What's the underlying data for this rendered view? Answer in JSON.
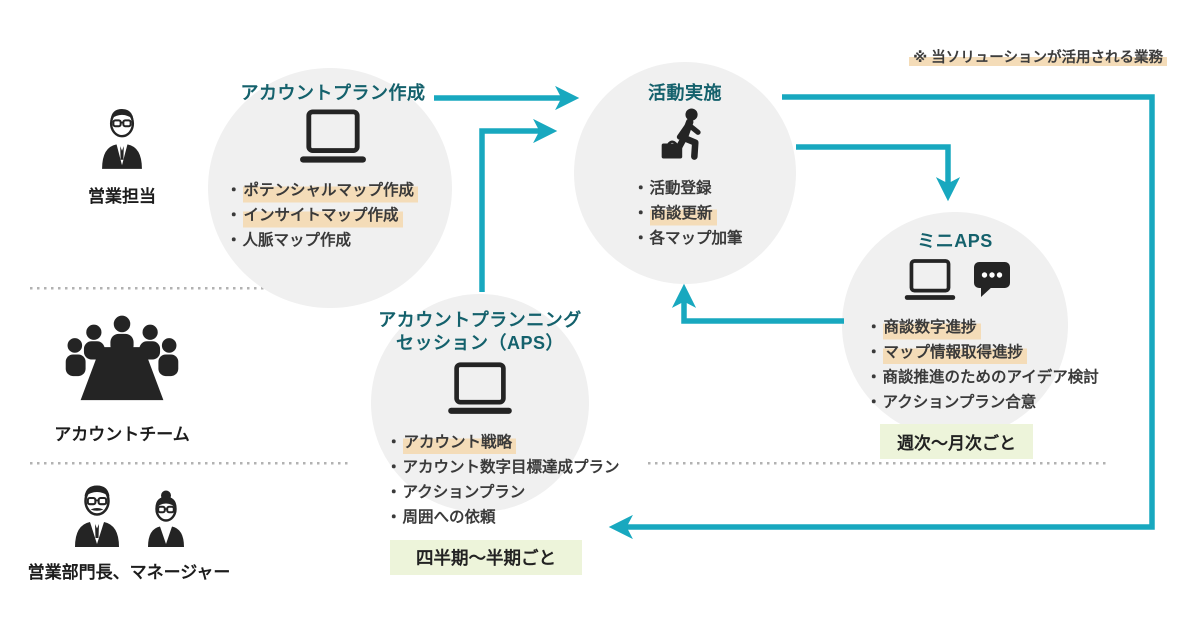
{
  "note": {
    "text": "※ 当ソリューションが活用される業務"
  },
  "ui": {
    "bullet": "・"
  },
  "actors": [
    {
      "id": "sales-rep",
      "label": "営業担当"
    },
    {
      "id": "account-team",
      "label": "アカウントチーム"
    },
    {
      "id": "managers",
      "label": "営業部門長、マネージャー"
    }
  ],
  "nodes": {
    "plan": {
      "title": "アカウントプラン作成",
      "items": [
        {
          "text": "ポテンシャルマップ作成",
          "highlight": true
        },
        {
          "text": "インサイトマップ作成",
          "highlight": true
        },
        {
          "text": "人脈マップ作成",
          "highlight": false
        }
      ]
    },
    "activity": {
      "title": "活動実施",
      "items": [
        {
          "text": "活動登録",
          "highlight": false
        },
        {
          "text": "商談更新",
          "highlight": true
        },
        {
          "text": "各マップ加筆",
          "highlight": false
        }
      ]
    },
    "mini_aps": {
      "title": "ミニAPS",
      "items": [
        {
          "text": "商談数字進捗",
          "highlight": true
        },
        {
          "text": "マップ情報取得進捗",
          "highlight": true
        },
        {
          "text": "商談推進のためのアイデア検討",
          "highlight": false
        },
        {
          "text": "アクションプラン合意",
          "highlight": false
        }
      ],
      "cadence": "週次～月次ごと"
    },
    "aps": {
      "title_line1": "アカウントプランニング",
      "title_line2": "セッション（APS）",
      "items": [
        {
          "text": "アカウント戦略",
          "highlight": true
        },
        {
          "text": "アカウント数字目標達成プラン",
          "highlight": false
        },
        {
          "text": "アクションプラン",
          "highlight": false
        },
        {
          "text": "周囲への依頼",
          "highlight": false
        }
      ],
      "cadence": "四半期～半期ごと"
    }
  },
  "colors": {
    "arrow": "#18A8BF",
    "title": "#14616C",
    "highlight": "#F4DCB8",
    "cadence_bg": "#EDF4DA",
    "circle_bg": "#F0F0F0"
  }
}
